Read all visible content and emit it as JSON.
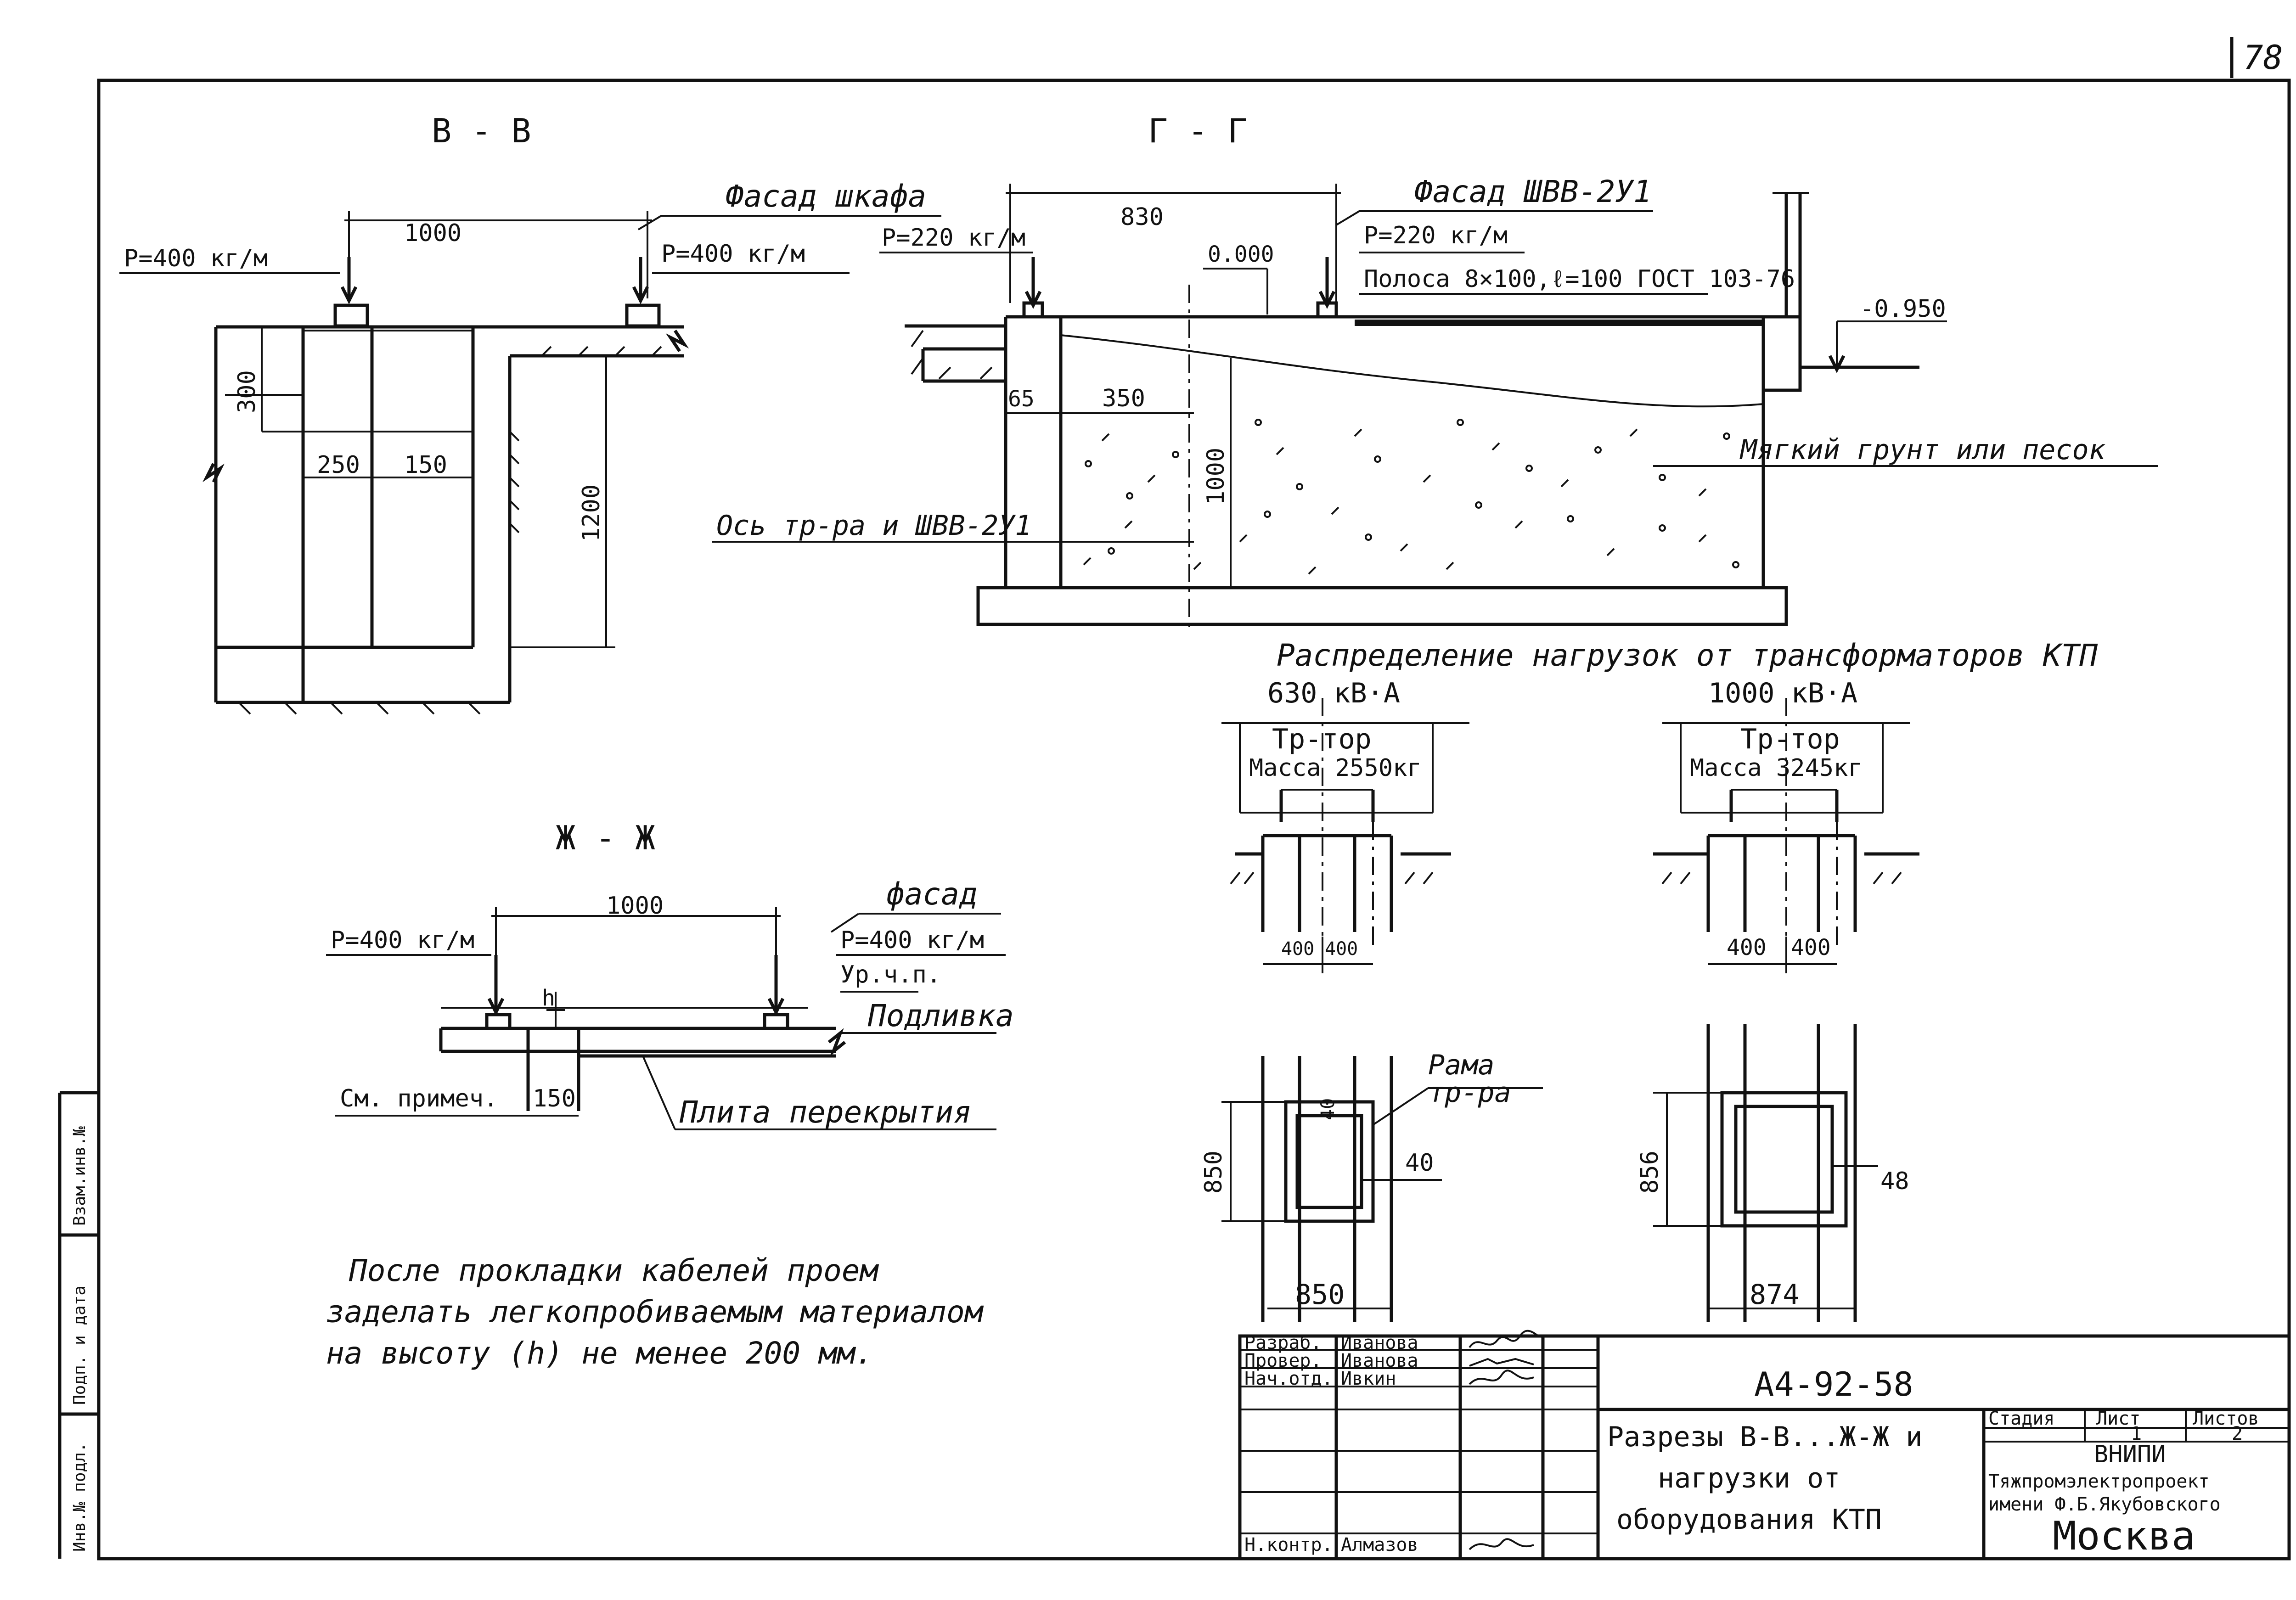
{
  "sheet_number": "78",
  "section_bb": {
    "title": "В - В",
    "facade_label": "Фасад шкафа",
    "load_left": "Р=400 кг/м",
    "load_right": "Р=400 кг/м",
    "dim_span": "1000",
    "dim_300": "300",
    "dim_250": "250",
    "dim_150": "150",
    "dim_1200": "1200"
  },
  "section_gg": {
    "title": "Г - Г",
    "facade_label": "Фасад ШВВ-2У1",
    "load_left": "Р=220 кг/м",
    "load_right": "Р=220 кг/м",
    "dim_830": "830",
    "level_zero": "0.000",
    "strip_label": "Полоса 8×100,ℓ=100 ГОСТ 103-76",
    "level_minus": "-0.950",
    "dim_65": "65",
    "dim_350": "350",
    "dim_1000": "1000",
    "soil_label": "Мягкий грунт или песок",
    "axis_label": "Ось тр-ра и ШВВ-2У1"
  },
  "load_distribution": {
    "title": "Распределение нагрузок от трансформаторов КТП",
    "left": {
      "rating": "630 кВ·А",
      "tr_label": "Тр-тор",
      "mass": "Масса 2550кг",
      "dim_a": "400",
      "dim_b": "400",
      "frame_label_1": "Рама",
      "frame_label_2": "тр-ра",
      "dim_40_top": "40",
      "dim_40": "40",
      "dim_850_v": "850",
      "dim_850_h": "850"
    },
    "right": {
      "rating": "1000 кВ·А",
      "tr_label": "Тр-тор",
      "mass": "Масса 3245кг",
      "dim_a": "400",
      "dim_b": "400",
      "dim_48": "48",
      "dim_856": "856",
      "dim_874": "874"
    }
  },
  "section_zhzh": {
    "title": "Ж - Ж",
    "facade_label": "фасад",
    "load_left": "Р=400 кг/м",
    "load_right": "Р=400 кг/м",
    "dim_span": "1000",
    "floor_level": "Ур.ч.п.",
    "screed_label": "Подливка",
    "h_label": "h",
    "see_note": "См. примеч.",
    "dim_150": "150",
    "slab_label": "Плита перекрытия"
  },
  "note": {
    "line1": "После прокладки кабелей проем",
    "line2": "заделать легкопробиваемым материалом",
    "line3": "на высоту (h) не менее 200 мм."
  },
  "title_block": {
    "drawing_code": "А4-92-58",
    "title_line1": "Разрезы В-В...Ж-Ж и",
    "title_line2": "нагрузки от",
    "title_line3": "оборудования КТП",
    "hdr_stage": "Стадия",
    "hdr_sheet": "Лист",
    "hdr_sheets": "Листов",
    "sheet_value": "1",
    "sheets_value": "2",
    "org_line1": "ВНИПИ",
    "org_line2": "Тяжпромэлектропроект",
    "org_line3": "имени Ф.Б.Якубовского",
    "org_line4": "Москва",
    "role_1": "Разраб.",
    "name_1": "Иванова",
    "role_2": "Провер.",
    "name_2": "Иванова",
    "role_3": "Нач.отд.",
    "name_3": "Ивкин",
    "role_4": "Н.контр.",
    "name_4": "Алмазов"
  },
  "side_stamp": {
    "label_1": "Инв.№ подл.",
    "label_2": "Подп. и дата",
    "label_3": "Взам.инв.№"
  }
}
